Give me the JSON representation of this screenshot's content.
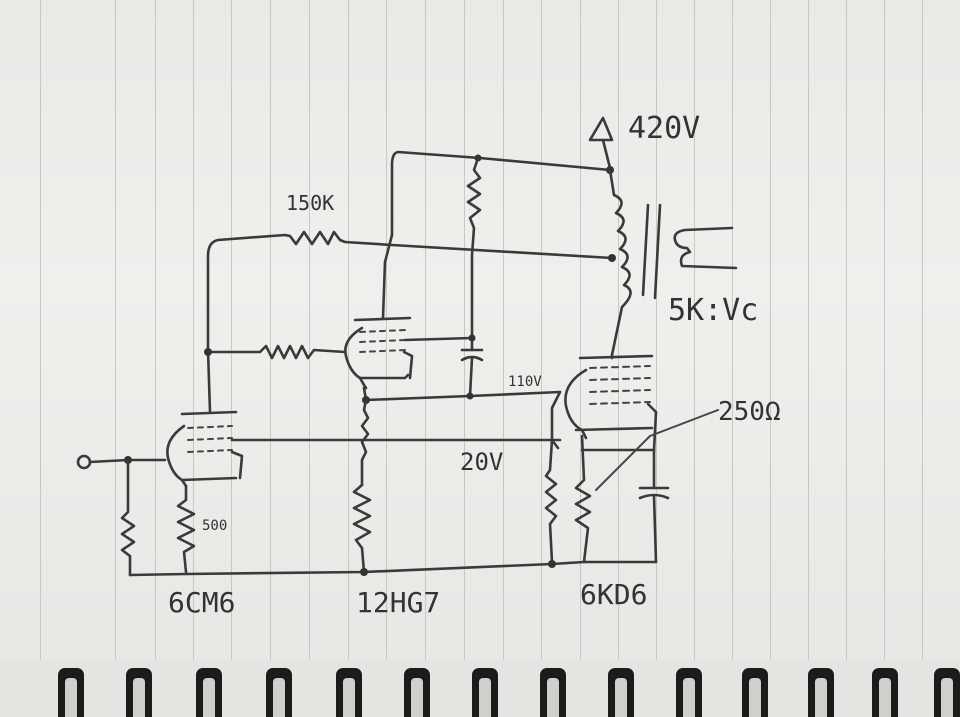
{
  "schematic": {
    "supply_label": "420V",
    "transformer_label": "5K:Vc",
    "resistor_label_150k": "150K",
    "resistor_label_500": "500",
    "resistor_label_250": "250Ω",
    "voltage_label_110": "110V",
    "voltage_label_20": "20V",
    "tube_label_left": "6CM6",
    "tube_label_middle": "12HG7",
    "tube_label_right": "6KD6"
  }
}
